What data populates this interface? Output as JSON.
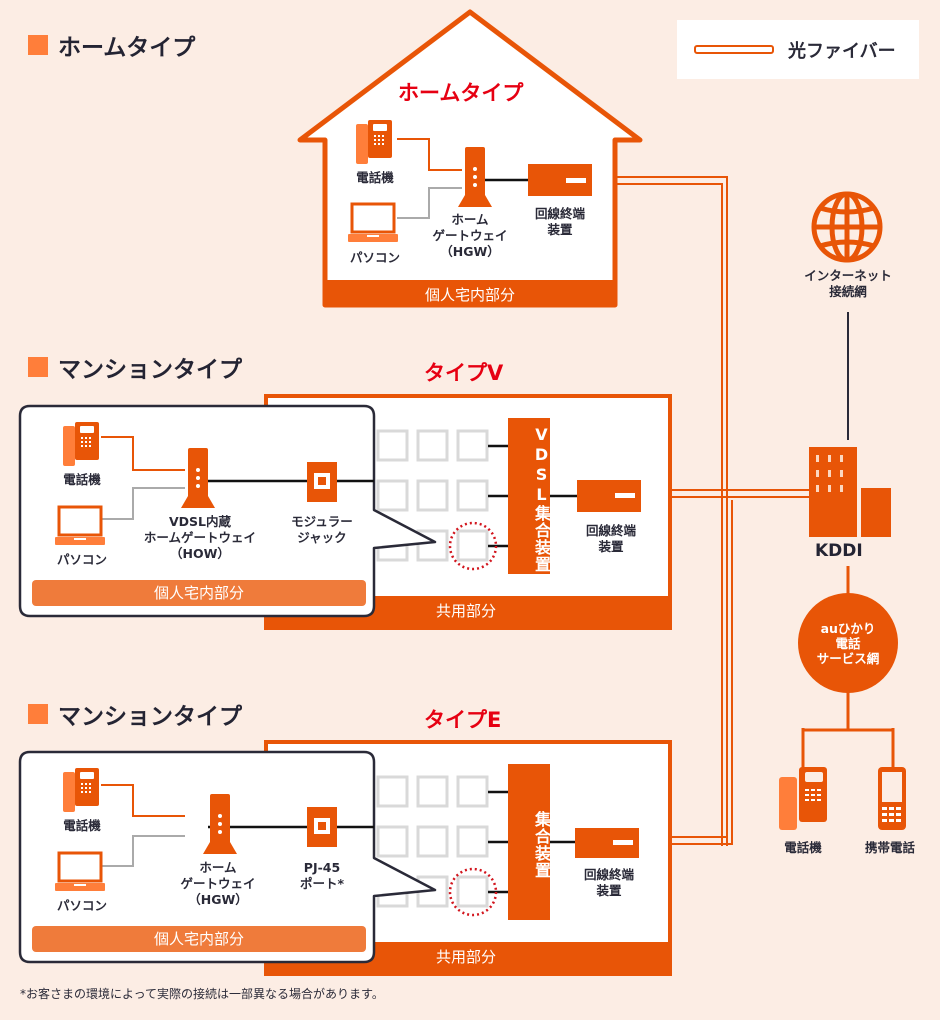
{
  "legend": {
    "fiber_label": "光ファイバー",
    "fiber_color": "#e85507"
  },
  "colors": {
    "accent": "#e85507",
    "accent_light": "#ff7e3a",
    "title_red": "#e60012",
    "background": "#fcede4"
  },
  "home_section": {
    "title": "ホームタイプ",
    "house_title": "ホームタイプ",
    "phone_label": "電話機",
    "pc_label": "パソコン",
    "gateway_label": [
      "ホーム",
      "ゲートウェイ",
      "（HGW）"
    ],
    "onu_label": [
      "回線終端",
      "装置"
    ],
    "band_label": "個人宅内部分"
  },
  "mansion_v": {
    "title": "マンションタイプ",
    "type_title": "タイプV",
    "phone_label": "電話機",
    "pc_label": "パソコン",
    "gateway_label": [
      "VDSL内蔵",
      "ホームゲートウェイ",
      "（HOW）"
    ],
    "jack_label": [
      "モジュラー",
      "ジャック"
    ],
    "private_band": "個人宅内部分",
    "aggregator_label": "VDSL集合装置",
    "onu_label": [
      "回線終端",
      "装置"
    ],
    "shared_band": "共用部分"
  },
  "mansion_e": {
    "title": "マンションタイプ",
    "type_title": "タイプE",
    "phone_label": "電話機",
    "pc_label": "パソコン",
    "gateway_label": [
      "ホーム",
      "ゲートウェイ",
      "（HGW）"
    ],
    "jack_label": [
      "PJ-45",
      "ポート*"
    ],
    "private_band": "個人宅内部分",
    "aggregator_label": "集合装置",
    "onu_label": [
      "回線終端",
      "装置"
    ],
    "shared_band": "共用部分"
  },
  "network": {
    "internet_label": [
      "インターネット",
      "接続網"
    ],
    "kddi_label": "KDDI",
    "au_label": [
      "auひかり",
      "電話",
      "サービス網"
    ],
    "phone_label": "電話機",
    "mobile_label": "携帯電話"
  },
  "footnote": "*お客さまの環境によって実際の接続は一部異なる場合があります。"
}
